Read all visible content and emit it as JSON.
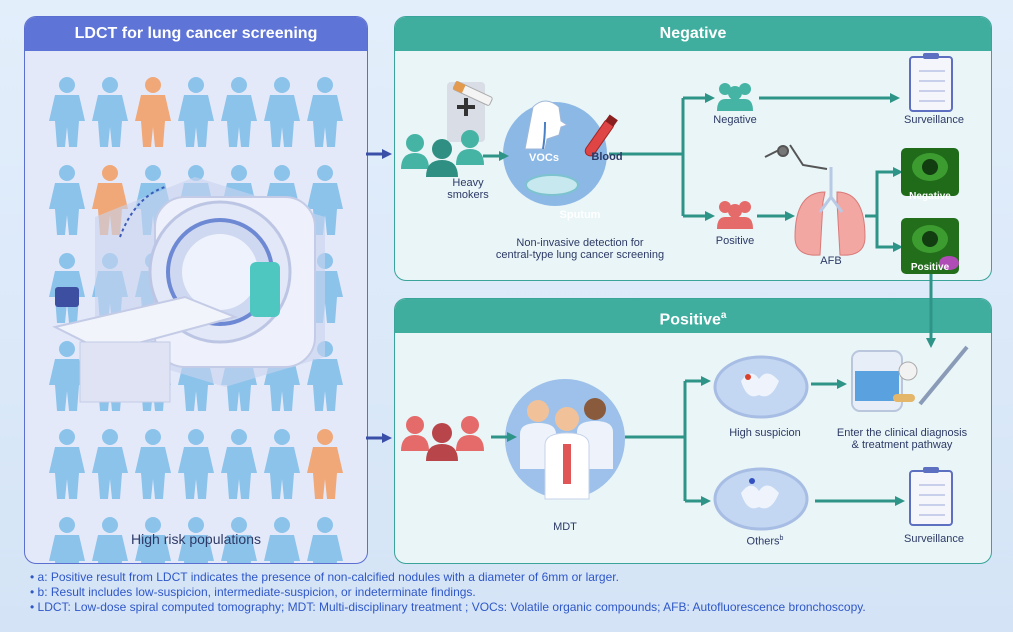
{
  "left_panel": {
    "title": "LDCT for lung cancer screening",
    "caption": "High risk populations"
  },
  "negative_panel": {
    "title": "Negative",
    "heavy_smokers": "Heavy\nsmokers",
    "vocs": "VOCs",
    "blood": "Blood",
    "sputum": "Sputum",
    "noninvasive": "Non-invasive detection for\ncentral-type lung cancer screening",
    "negative": "Negative",
    "positive": "Positive",
    "surveillance": "Surveillance",
    "afb": "AFB",
    "afb_negative": "Negative",
    "afb_positive": "Positive"
  },
  "positive_panel": {
    "title": "Positive",
    "title_sup": "a",
    "mdt": "MDT",
    "high_suspicion": "High suspicion",
    "others": "Others",
    "others_sup": "b",
    "enter_pathway": "Enter the clinical diagnosis\n& treatment pathway",
    "surveillance": "Surveillance"
  },
  "notes": [
    "• a: Positive result from LDCT indicates the presence of non-calcified nodules with a diameter of 6mm or larger.",
    "• b: Result includes low-suspicion, intermediate-suspicion, or indeterminate findings.",
    "• LDCT: Low-dose spiral computed tomography; MDT: Multi-disciplinary treatment ; VOCs: Volatile organic compounds; AFB: Autofluorescence bronchoscopy."
  ],
  "colors": {
    "left_accent": "#5e74d6",
    "teal_accent": "#3fae9f",
    "person_blue": "#8cc3ea",
    "person_orange": "#f0a878",
    "person_red": "#e56a6a",
    "person_teal": "#46b4a4",
    "arrow_teal": "#2e9488",
    "arrow_blue": "#3a4fa8"
  }
}
